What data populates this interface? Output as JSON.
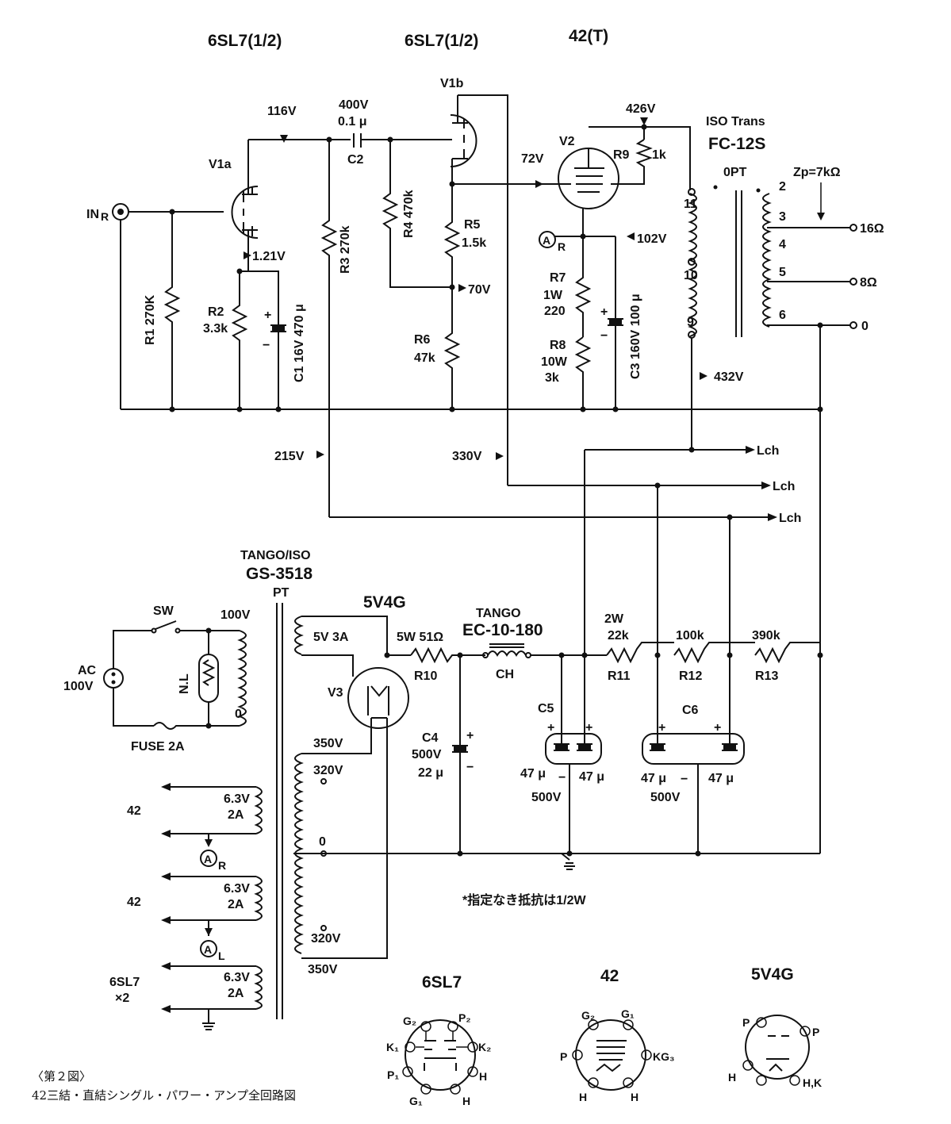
{
  "tubes_header": {
    "v1a_type": "6SL7(1/2)",
    "v1b_type": "6SL7(1/2)",
    "v2_type": "42(T)"
  },
  "tubes": {
    "v1a": "V1a",
    "v1b": "V1b",
    "v2": "V2",
    "v3": "V3",
    "v3_type": "5V4G"
  },
  "input": "IN",
  "input_sub": "R",
  "voltages": {
    "v1a_plate": "116V",
    "v1a_cathode": "1.21V",
    "r5_r6": "70V",
    "v2_grid": "72V",
    "v2_plate_supply": "426V",
    "v2_cathode": "102V",
    "opt_b": "432V",
    "b_215": "215V",
    "b_330": "330V"
  },
  "components": {
    "c2_spec": "400V",
    "c2_value": "0.1 μ",
    "c2": "C2",
    "r1": "R1 270K",
    "r2": "R2",
    "r2_value": "3.3k",
    "c1": "C1 16V 470 μ",
    "r3": "R3 270k",
    "r4": "R4 470k",
    "r5": "R5",
    "r5_value": "1.5k",
    "r6": "R6",
    "r6_value": "47k",
    "r7": "R7",
    "r7_w": "1W",
    "r7_value": "220",
    "r8": "R8",
    "r8_w": "10W",
    "r8_value": "3k",
    "r9": "R9",
    "r9_value": "1k",
    "c3": "C3 160V 100 μ",
    "meter": "A",
    "meter_r": "R",
    "meter_l": "L"
  },
  "output_transformer": {
    "maker": "ISO Trans",
    "model": "FC-12S",
    "label": "0PT",
    "zp": "Zp=7kΩ",
    "pins": [
      "11",
      "10",
      "9",
      "2",
      "3",
      "4",
      "5",
      "6"
    ],
    "taps": [
      "16Ω",
      "8Ω",
      "0"
    ]
  },
  "lch": [
    "Lch",
    "Lch",
    "Lch"
  ],
  "power_transformer": {
    "maker": "TANGO/ISO",
    "model": "GS-3518",
    "label": "PT"
  },
  "power": {
    "sw": "SW",
    "ac": "AC",
    "ac_v": "100V",
    "nl": "N.L",
    "fuse": "FUSE 2A",
    "pri_100": "100V",
    "pri_0": "0",
    "fil_5v": "5V 3A",
    "hv": [
      "350V",
      "320V",
      "0",
      "320V",
      "350V"
    ],
    "heater_v": "6.3V",
    "heater_a": "2A",
    "heater_loads": [
      "42",
      "42"
    ],
    "heater_6sl7": "6SL7",
    "heater_6sl7_count": "×2"
  },
  "filter": {
    "r10_spec": "5W 51Ω",
    "r10": "R10",
    "ch_maker": "TANGO",
    "ch_model": "EC-10-180",
    "ch": "CH",
    "r11_spec": "2W",
    "r11_value": "22k",
    "r11": "R11",
    "r12_value": "100k",
    "r12": "R12",
    "r13_value": "390k",
    "r13": "R13",
    "c4": "C4",
    "c4_v": "500V",
    "c4_value": "22 μ",
    "c5": "C5",
    "c6": "C6",
    "cap_value": "47 μ",
    "cap_v": "500V",
    "plus": "+",
    "minus": "−"
  },
  "note": "*指定なき抵抗は1/2W",
  "pinouts": {
    "t6sl7": {
      "title": "6SL7",
      "labels": [
        "G₂",
        "P₂",
        "K₁",
        "K₂",
        "P₁",
        "H",
        "G₁",
        "H"
      ]
    },
    "t42": {
      "title": "42",
      "labels": [
        "G₂",
        "G₁",
        "P",
        "KG₃",
        "H",
        "H"
      ]
    },
    "t5v4g": {
      "title": "5V4G",
      "labels": [
        "P",
        "P",
        "H",
        "H,K"
      ]
    }
  },
  "caption": {
    "figure": "〈第２図〉",
    "title": "42三結・直結シングル・パワー・アンプ全回路図"
  }
}
